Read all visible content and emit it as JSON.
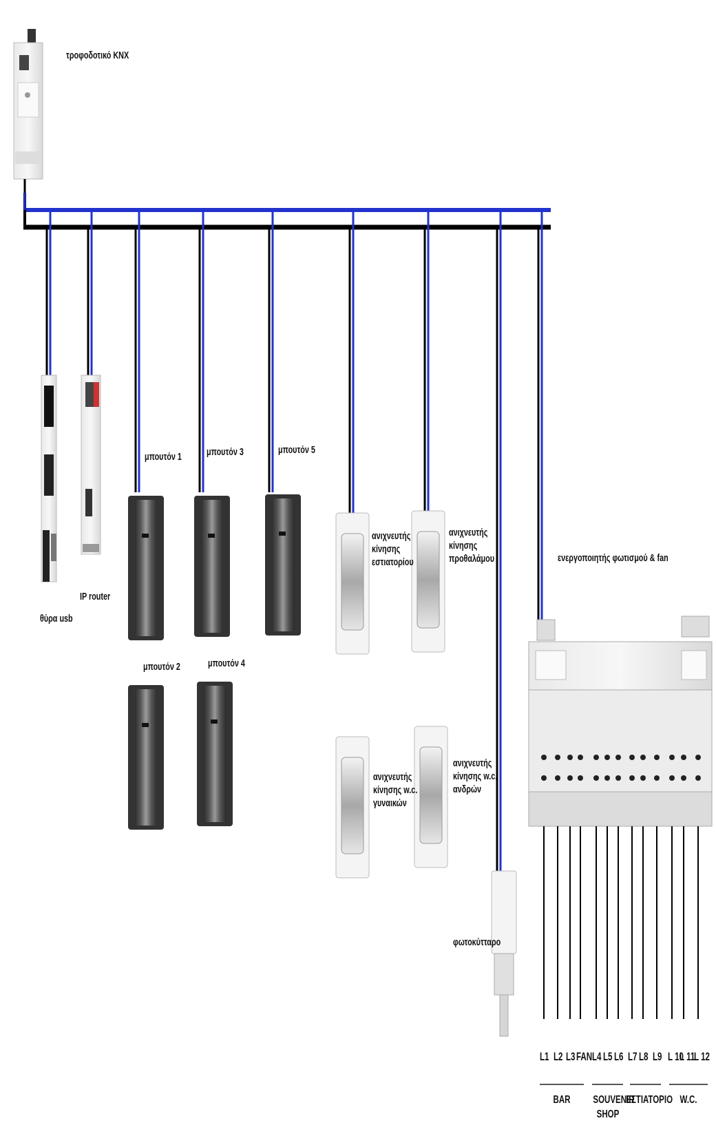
{
  "labels": {
    "power_supply": "τροφοδοτικό KNX",
    "usb_port": "θύρα usb",
    "ip_router": "IP router",
    "button_1": "μπουτόν 1",
    "button_2": "μπουτόν 2",
    "button_3": "μπουτόν  3",
    "button_4": "μπουτόν  4",
    "button_5": "μπουτόν 5",
    "sensor_restaurant": [
      "ανιχνευτής",
      "κίνησης",
      "εστιατορίου"
    ],
    "sensor_lobby": [
      "ανιχνευτής",
      "κίνησης",
      "προθαλάμου"
    ],
    "sensor_wc_women": [
      "ανιχνευτής",
      "κίνησης w.c.",
      "γυναικών"
    ],
    "sensor_wc_men": [
      "ανιχνευτής",
      "κίνησης w.c.",
      "ανδρών"
    ],
    "actuator": "ενεργοποιητής φωτισμού & fan",
    "photocell": "φωτοκύτταρο"
  },
  "outputs": [
    "L1",
    "L2",
    "L3",
    "FAN",
    "L4",
    "L5",
    "L6",
    "L7",
    "L8",
    "L9",
    "L 10",
    "L 11",
    "L 12"
  ],
  "groups": [
    {
      "name": "BAR"
    },
    {
      "name": "SOUVENIR SHOP"
    },
    {
      "name": "ΕΣΤΙΑΤΟΡΙΟ"
    },
    {
      "name": "W.C."
    }
  ],
  "colors": {
    "bus_blue": "#2233cc",
    "bus_black": "#000000",
    "device_dark": "#3a3a3a"
  }
}
